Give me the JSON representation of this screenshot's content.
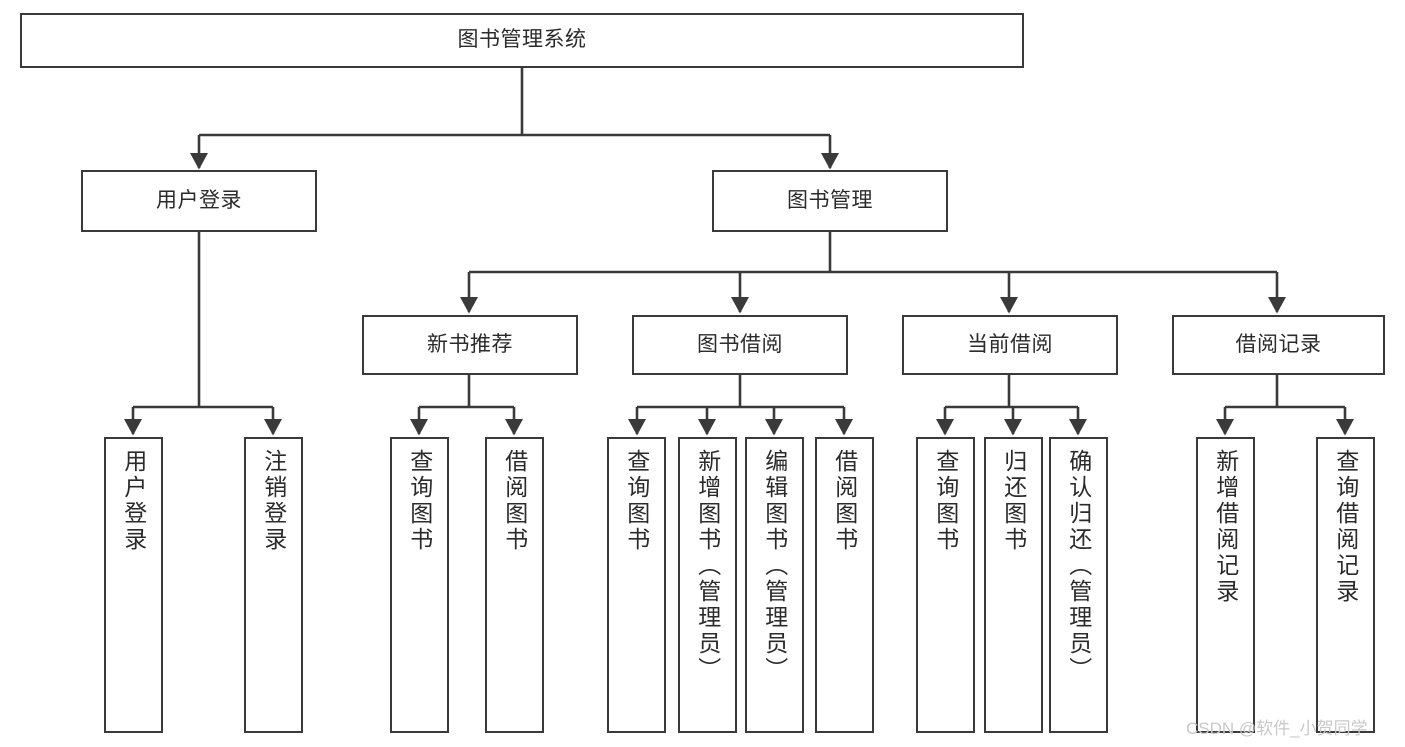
{
  "diagram": {
    "type": "tree-hierarchy-chart",
    "title": "图书管理系统",
    "orientation": "top-down",
    "stroke_color": "#3a3a3a",
    "text_color": "#2b2b2b",
    "background_color": "#ffffff",
    "levels": 4,
    "root": {
      "label": "图书管理系统",
      "id": "root"
    },
    "level2": [
      {
        "id": "user-login",
        "label": "用户登录"
      },
      {
        "id": "book-manage",
        "label": "图书管理"
      }
    ],
    "level3": [
      {
        "id": "new-book-recommend",
        "label": "新书推荐",
        "parent": "book-manage"
      },
      {
        "id": "book-borrow",
        "label": "图书借阅",
        "parent": "book-manage"
      },
      {
        "id": "current-borrow",
        "label": "当前借阅",
        "parent": "book-manage"
      },
      {
        "id": "borrow-record",
        "label": "借阅记录",
        "parent": "book-manage"
      }
    ],
    "leaves": [
      {
        "id": "leaf-user-login",
        "label": "用户登录",
        "parent": "user-login"
      },
      {
        "id": "leaf-logout-login",
        "label": "注销登录",
        "parent": "user-login"
      },
      {
        "id": "leaf-query-book-1",
        "label": "查询图书",
        "parent": "new-book-recommend"
      },
      {
        "id": "leaf-borrow-book-1",
        "label": "借阅图书",
        "parent": "new-book-recommend"
      },
      {
        "id": "leaf-query-book-2",
        "label": "查询图书",
        "parent": "book-borrow"
      },
      {
        "id": "leaf-add-book",
        "label": "新增图书（管理员）",
        "parent": "book-borrow"
      },
      {
        "id": "leaf-edit-book",
        "label": "编辑图书（管理员）",
        "parent": "book-borrow"
      },
      {
        "id": "leaf-borrow-book-2",
        "label": "借阅图书",
        "parent": "book-borrow"
      },
      {
        "id": "leaf-query-book-3",
        "label": "查询图书",
        "parent": "current-borrow"
      },
      {
        "id": "leaf-return-book",
        "label": "归还图书",
        "parent": "current-borrow"
      },
      {
        "id": "leaf-confirm-return",
        "label": "确认归还（管理员）",
        "parent": "current-borrow"
      },
      {
        "id": "leaf-add-record",
        "label": "新增借阅记录",
        "parent": "borrow-record"
      },
      {
        "id": "leaf-query-record",
        "label": "查询借阅记录",
        "parent": "borrow-record"
      }
    ]
  },
  "watermark": {
    "text": "CSDN @软件_小贺同学"
  }
}
